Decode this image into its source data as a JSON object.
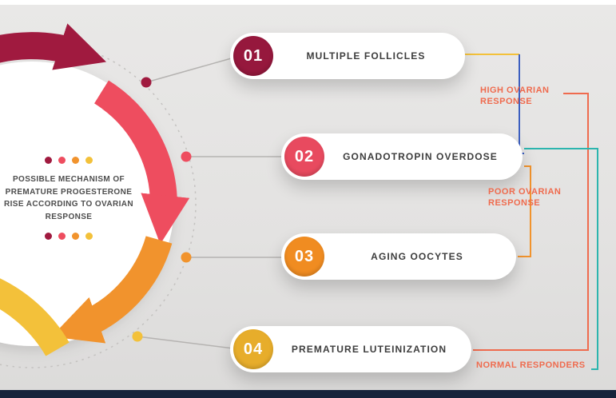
{
  "palette": {
    "maroon": "#a01a3f",
    "red": "#ee4d5f",
    "orange": "#f1932d",
    "yellow": "#f3c13a",
    "blue": "#3c5fc0",
    "teal": "#2cb5ae",
    "coral": "#ef6b4e",
    "navy": "#17233b",
    "connector_gray": "#b5b3b1",
    "dotted_ring": "#c4c2c0"
  },
  "center": {
    "title": "POSSIBLE MECHANISM OF\nPREMATURE PROGESTERONE\nRISE ACCORDING TO OVARIAN\nRESPONSE"
  },
  "items": [
    {
      "number": "01",
      "label": "MULTIPLE FOLLICLES",
      "color": "#96183d"
    },
    {
      "number": "02",
      "label": "GONADOTROPIN OVERDOSE",
      "color": "#e84a5f"
    },
    {
      "number": "03",
      "label": "AGING OOCYTES",
      "color": "#f08c21"
    },
    {
      "number": "04",
      "label": "PREMATURE LUTEINIZATION",
      "color": "#e7ad2b"
    }
  ],
  "responses": [
    {
      "label": "HIGH OVARIAN RESPONSE",
      "color": "#ef6b4e"
    },
    {
      "label": "POOR OVARIAN RESPONSE",
      "color": "#ef6b4e"
    },
    {
      "label": "NORMAL RESPONDERS",
      "color": "#ef6b4e"
    }
  ]
}
